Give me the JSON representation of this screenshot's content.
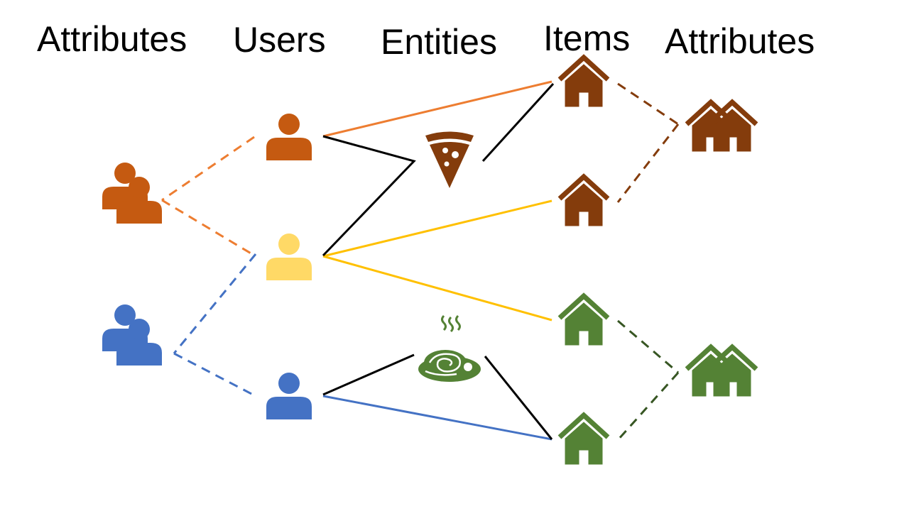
{
  "headers": {
    "attributes_left": "Attributes",
    "users": "Users",
    "entities": "Entities",
    "items": "Items",
    "attributes_right": "Attributes"
  },
  "colors": {
    "user_orange": "#C55A11",
    "user_yellow": "#FFD966",
    "user_blue": "#4472C4",
    "edge_orange": "#ED7D31",
    "edge_yellow": "#FFC000",
    "edge_blue": "#4472C4",
    "edge_black": "#000000",
    "item_brown": "#843C0C",
    "item_green": "#548235",
    "attr_brown_dash": "#843C0C",
    "attr_green_dash": "#375623"
  },
  "icons": {
    "user": "person-icon",
    "user_group": "people-group-icon",
    "item": "house-icon",
    "item_group": "houses-group-icon",
    "entity_pizza": "pizza-slice-icon",
    "entity_pasta": "pasta-plate-icon"
  }
}
